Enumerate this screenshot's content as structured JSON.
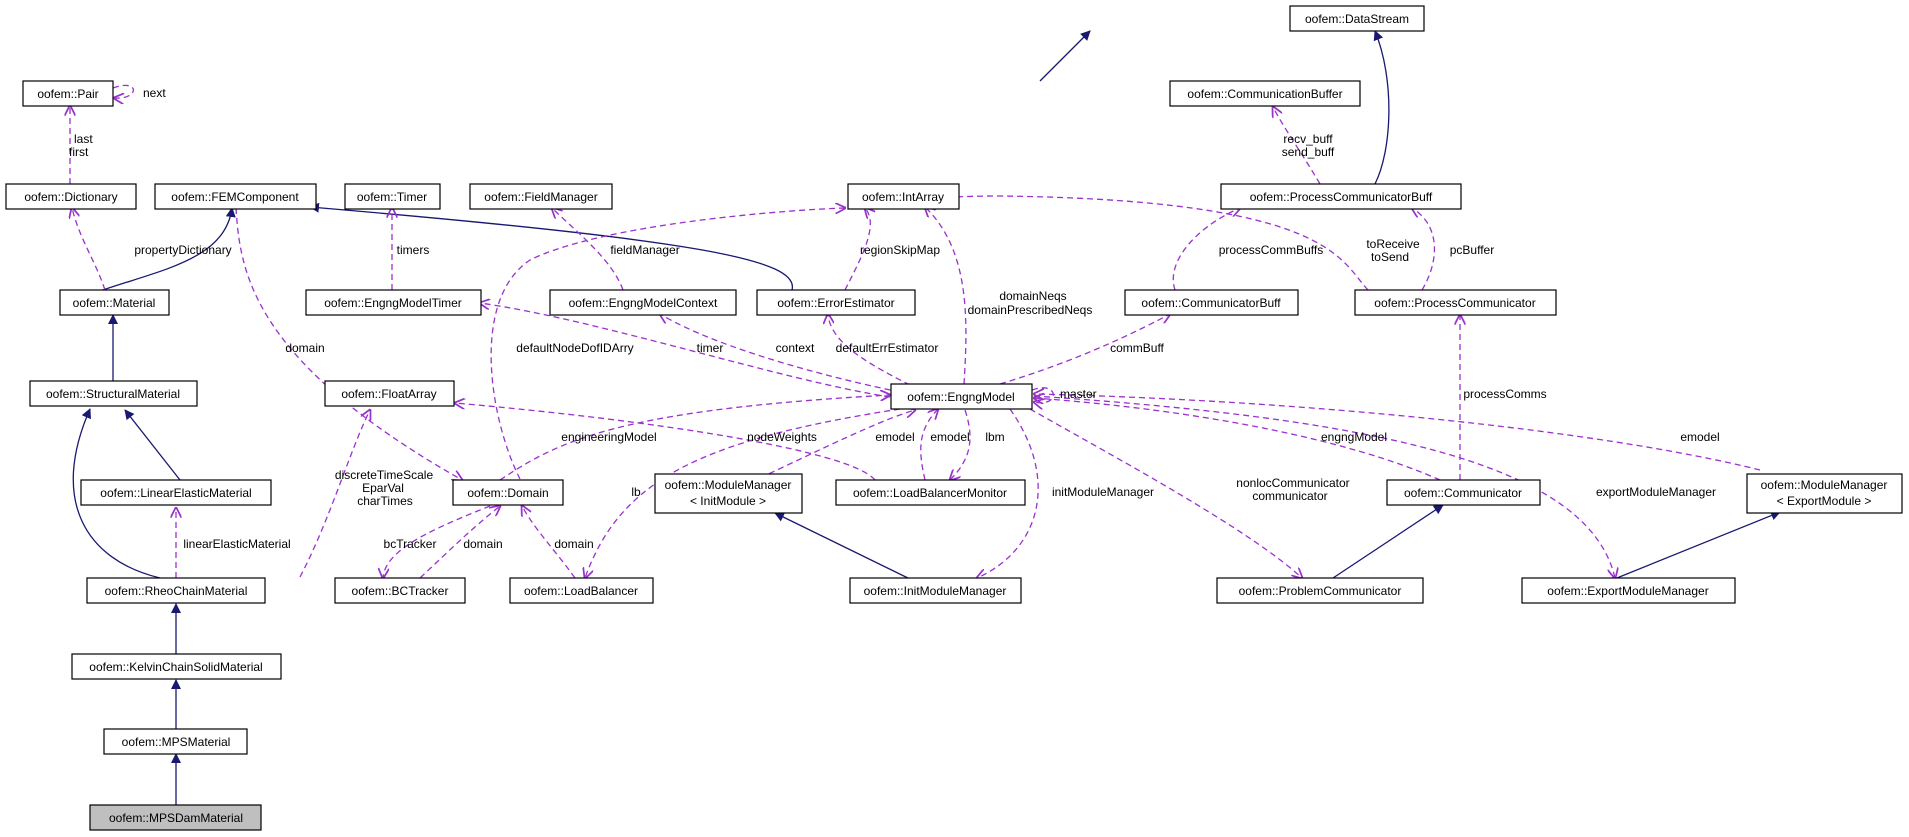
{
  "nodes": {
    "datastream": "oofem::DataStream",
    "commbuffer": "oofem::CommunicationBuffer",
    "pair": "oofem::Pair",
    "dictionary": "oofem::Dictionary",
    "femcomponent": "oofem::FEMComponent",
    "timer": "oofem::Timer",
    "fieldmanager": "oofem::FieldManager",
    "intarray": "oofem::IntArray",
    "pcbuff": "oofem::ProcessCommunicatorBuff",
    "material": "oofem::Material",
    "engngmodeltimer": "oofem::EngngModelTimer",
    "engngmodelcontext": "oofem::EngngModelContext",
    "errorestimator": "oofem::ErrorEstimator",
    "communicatorbuff": "oofem::CommunicatorBuff",
    "processcommunicator": "oofem::ProcessCommunicator",
    "structuralmaterial": "oofem::StructuralMaterial",
    "floatarray": "oofem::FloatArray",
    "engngmodel": "oofem::EngngModel",
    "linearelastic": "oofem::LinearElasticMaterial",
    "domain": "oofem::Domain",
    "mminit_1": "oofem::ModuleManager",
    "mminit_2": "< InitModule >",
    "lbmonitor": "oofem::LoadBalancerMonitor",
    "communicator": "oofem::Communicator",
    "mmexport_1": "oofem::ModuleManager",
    "mmexport_2": "< ExportModule >",
    "rheochain": "oofem::RheoChainMaterial",
    "bctracker": "oofem::BCTracker",
    "loadbalancer": "oofem::LoadBalancer",
    "initmodulemanager": "oofem::InitModuleManager",
    "problemcommunicator": "oofem::ProblemCommunicator",
    "exportmodulemanager": "oofem::ExportModuleManager",
    "kelvinchain": "oofem::KelvinChainSolidMaterial",
    "mpsmaterial": "oofem::MPSMaterial",
    "mpsdam": "oofem::MPSDamMaterial"
  },
  "labels": {
    "next": "next",
    "last": "last",
    "first": "first",
    "recv_buff": "recv_buff",
    "send_buff": "send_buff",
    "propertyDictionary": "propertyDictionary",
    "timers": "timers",
    "fieldManager": "fieldManager",
    "regionSkipMap": "regionSkipMap",
    "processCommBuffs": "processCommBuffs",
    "toReceive": "toReceive",
    "toSend": "toSend",
    "pcBuffer": "pcBuffer",
    "domainNeqs": "domainNeqs",
    "domainPrescribedNeqs": "domainPrescribedNeqs",
    "domain_fem": "domain",
    "defaultNodeDofIDArry": "defaultNodeDofIDArry",
    "timer": "timer",
    "context": "context",
    "defaultErrEstimator": "defaultErrEstimator",
    "commBuff": "commBuff",
    "master": "master",
    "processComms": "processComms",
    "engineeringModel": "engineeringModel",
    "nodeWeights": "nodeWeights",
    "emodel_init": "emodel",
    "emodel_lbm": "emodel",
    "lbm": "lbm",
    "engngModel": "engngModel",
    "emodel_export": "emodel",
    "discreteTimeScale": "discreteTimeScale",
    "EparVal": "EparVal",
    "charTimes": "charTimes",
    "lb": "lb",
    "initModuleManager": "initModuleManager",
    "nonlocCommunicator": "nonlocCommunicator",
    "communicator": "communicator",
    "exportModuleManager": "exportModuleManager",
    "linearElasticMaterial": "linearElasticMaterial",
    "bcTracker": "bcTracker",
    "domain_bc": "domain",
    "domain_lb": "domain"
  },
  "colors": {
    "inheritance": "#191970",
    "usage": "#9a32cd",
    "current_node": "#bfbfbf"
  }
}
